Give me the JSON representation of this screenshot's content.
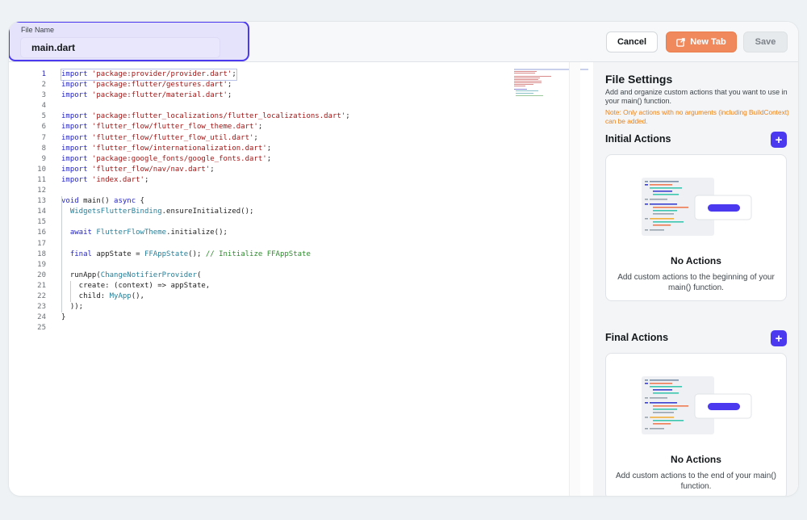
{
  "header": {
    "file_name_label": "File Name",
    "file_name_value": "main.dart",
    "cancel_label": "Cancel",
    "new_tab_label": "New Tab",
    "save_label": "Save"
  },
  "editor": {
    "line_numbers": [
      "1",
      "2",
      "3",
      "4",
      "5",
      "6",
      "7",
      "8",
      "9",
      "10",
      "11",
      "12",
      "13",
      "14",
      "15",
      "16",
      "17",
      "18",
      "19",
      "20",
      "21",
      "22",
      "23",
      "24",
      "25"
    ],
    "current_line": 1,
    "lines": [
      [
        [
          "kw",
          "import"
        ],
        [
          "",
          " "
        ],
        [
          "str",
          "'package:provider/provider.dart'"
        ],
        [
          "",
          ";"
        ]
      ],
      [
        [
          "kw",
          "import"
        ],
        [
          "",
          " "
        ],
        [
          "str",
          "'package:flutter/gestures.dart'"
        ],
        [
          "",
          ";"
        ]
      ],
      [
        [
          "kw",
          "import"
        ],
        [
          "",
          " "
        ],
        [
          "str",
          "'package:flutter/material.dart'"
        ],
        [
          "",
          ";"
        ]
      ],
      [],
      [
        [
          "kw",
          "import"
        ],
        [
          "",
          " "
        ],
        [
          "str",
          "'package:flutter_localizations/flutter_localizations.dart'"
        ],
        [
          "",
          ";"
        ]
      ],
      [
        [
          "kw",
          "import"
        ],
        [
          "",
          " "
        ],
        [
          "str",
          "'flutter_flow/flutter_flow_theme.dart'"
        ],
        [
          "",
          ";"
        ]
      ],
      [
        [
          "kw",
          "import"
        ],
        [
          "",
          " "
        ],
        [
          "str",
          "'flutter_flow/flutter_flow_util.dart'"
        ],
        [
          "",
          ";"
        ]
      ],
      [
        [
          "kw",
          "import"
        ],
        [
          "",
          " "
        ],
        [
          "str",
          "'flutter_flow/internationalization.dart'"
        ],
        [
          "",
          ";"
        ]
      ],
      [
        [
          "kw",
          "import"
        ],
        [
          "",
          " "
        ],
        [
          "str",
          "'package:google_fonts/google_fonts.dart'"
        ],
        [
          "",
          ";"
        ]
      ],
      [
        [
          "kw",
          "import"
        ],
        [
          "",
          " "
        ],
        [
          "str",
          "'flutter_flow/nav/nav.dart'"
        ],
        [
          "",
          ";"
        ]
      ],
      [
        [
          "kw",
          "import"
        ],
        [
          "",
          " "
        ],
        [
          "str",
          "'index.dart'"
        ],
        [
          "",
          ";"
        ]
      ],
      [],
      [
        [
          "kw",
          "void"
        ],
        [
          "",
          " main() "
        ],
        [
          "kw",
          "async"
        ],
        [
          "",
          " {"
        ]
      ],
      [
        [
          "",
          "  "
        ],
        [
          "cls",
          "WidgetsFlutterBinding"
        ],
        [
          "",
          ".ensureInitialized();"
        ]
      ],
      [],
      [
        [
          "",
          "  "
        ],
        [
          "kw",
          "await"
        ],
        [
          "",
          " "
        ],
        [
          "cls",
          "FlutterFlowTheme"
        ],
        [
          "",
          ".initialize();"
        ]
      ],
      [],
      [
        [
          "",
          "  "
        ],
        [
          "kw",
          "final"
        ],
        [
          "",
          " appState = "
        ],
        [
          "cls",
          "FFAppState"
        ],
        [
          "",
          "(); "
        ],
        [
          "cmt",
          "// Initialize FFAppState"
        ]
      ],
      [],
      [
        [
          "",
          "  runApp("
        ],
        [
          "cls",
          "ChangeNotifierProvider"
        ],
        [
          "",
          "("
        ]
      ],
      [
        [
          "",
          "    create: (context) => appState,"
        ]
      ],
      [
        [
          "",
          "    child: "
        ],
        [
          "cls",
          "MyApp"
        ],
        [
          "",
          "(),"
        ]
      ],
      [
        [
          "",
          "  ));"
        ]
      ],
      [
        [
          "",
          "}"
        ]
      ],
      []
    ]
  },
  "settings": {
    "title": "File Settings",
    "description": "Add and organize custom actions that you want to use in your main() function.",
    "note": "Note: Only actions with no arguments (including BuildContext) can be added.",
    "initial": {
      "title": "Initial Actions",
      "add_label": "+",
      "empty_title": "No Actions",
      "empty_desc": "Add custom actions to the beginning of your main() function."
    },
    "final": {
      "title": "Final Actions",
      "add_label": "+",
      "empty_title": "No Actions",
      "empty_desc": "Add custom actions to the end of your main() function."
    }
  },
  "colors": {
    "primary": "#4b39ef",
    "accent_orange": "#f08a5d",
    "note_orange": "#f08010",
    "keyword": "#2424c4",
    "string": "#a31515",
    "class": "#267f99",
    "comment": "#2e8b2e"
  },
  "icons": {
    "new_tab": "open-in-new-icon",
    "add": "plus-icon"
  }
}
